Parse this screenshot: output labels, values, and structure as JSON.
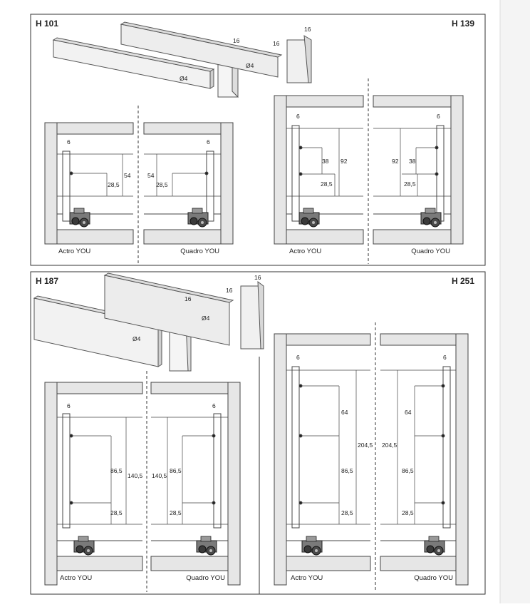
{
  "panels": [
    {
      "id": "top",
      "left_model": "H 101",
      "right_model": "H 139"
    },
    {
      "id": "bottom",
      "left_model": "H 187",
      "right_model": "H 251"
    }
  ],
  "captions": {
    "actro": "Actro YOU",
    "quadro": "Quadro YOU"
  },
  "dims": {
    "thick": "16",
    "hole": "Ø4",
    "offset": "6",
    "h101_height": "54",
    "h101_hole": "28,5",
    "h139_height": "92",
    "h139_spacing": "38",
    "h139_hole": "28,5",
    "h187_height": "140,5",
    "h187_spacing": "86,5",
    "h187_hole": "28,5",
    "h251_height": "204,5",
    "h251_top": "64",
    "h251_spacing": "86,5",
    "h251_hole": "28,5"
  }
}
